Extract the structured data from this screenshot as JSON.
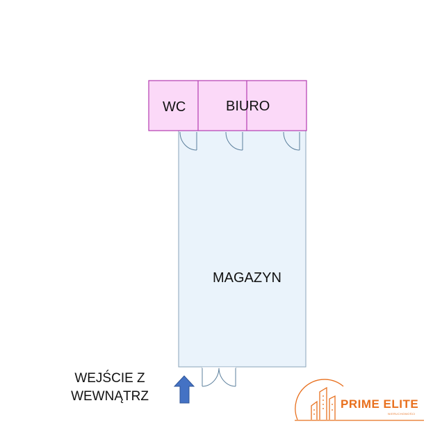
{
  "rooms": {
    "wc": "WC",
    "office": "BIURO",
    "warehouse": "MAGAZYN"
  },
  "entrance": {
    "line1": "WEJŚCIE Z",
    "line2": "WEWNĄTRZ"
  },
  "logo": {
    "name": "PRIME ELITE",
    "tagline": "NIERUCHOMOŚCI"
  },
  "colors": {
    "office_fill": "#fbd9f8",
    "office_stroke": "#b43cb1",
    "warehouse_fill": "#eaf3fb",
    "warehouse_stroke": "#8aa3b8",
    "door_stroke": "#5b7f9c",
    "arrow_fill": "#4472c4",
    "logo_color": "#e8701e"
  }
}
